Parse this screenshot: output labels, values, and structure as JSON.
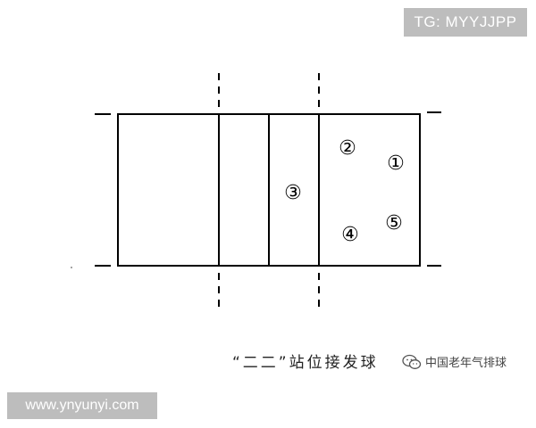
{
  "badges": {
    "telegram": "TG: MYYJJPP",
    "website": "www.ynyunyi.com"
  },
  "caption": "“二二”站位接发球",
  "watermark": {
    "text": "中国老年气排球",
    "icon": "wechat-icon"
  },
  "players": [
    {
      "number": 1,
      "label": "①"
    },
    {
      "number": 2,
      "label": "②"
    },
    {
      "number": 3,
      "label": "③"
    },
    {
      "number": 4,
      "label": "④"
    },
    {
      "number": 5,
      "label": "⑤"
    }
  ],
  "colors": {
    "line": "#000000",
    "badge_bg": "#bdbdbd",
    "badge_text": "#ffffff"
  }
}
